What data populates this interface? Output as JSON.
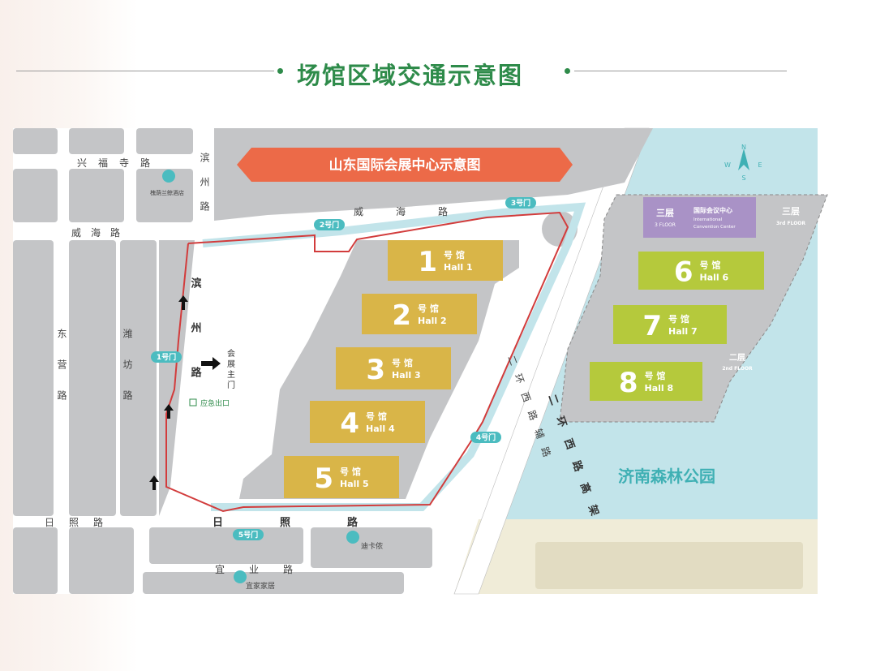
{
  "title": "场馆区域交通示意图",
  "banner": "山东国际会展中心示意图",
  "colors": {
    "title_green": "#2e8b4a",
    "banner": "#ec6a48",
    "hall_gold": "#d9b548",
    "hall_green": "#b5c93c",
    "convention_purple": "#a992c6",
    "gate_teal": "#4bbcc0",
    "water": "#c2e4ea",
    "route_red": "#d23c3c"
  },
  "compass": {
    "n": "N",
    "s": "S",
    "e": "E",
    "w": "W"
  },
  "roads": {
    "xingfusi": "兴福寺路",
    "weihai_left": "威海路",
    "weihai_top": "威海路",
    "binzhou_top": "滨州路",
    "binzhou_main": "滨州路",
    "dongying": "东营路",
    "weifang": "潍坊路",
    "rizhao_left": "日照路",
    "rizhao_main": "日照路",
    "yiye": "宜业路",
    "erhuan_xi_fu": "二环西路辅路",
    "erhuan_xi_gaojia": "二环西路高架"
  },
  "pois": {
    "hotel": "槐荫兰鲸酒店",
    "dikayi": "迪卡侬",
    "yijia": "宜家家居",
    "park": "济南森林公园",
    "main_gate": "会展主门",
    "emergency_exit": "应急出口"
  },
  "gates": [
    "1号门",
    "2号门",
    "3号门",
    "4号门",
    "5号门"
  ],
  "halls": [
    {
      "num": "1",
      "cn": "号 馆",
      "en": "Hall 1"
    },
    {
      "num": "2",
      "cn": "号 馆",
      "en": "Hall 2"
    },
    {
      "num": "3",
      "cn": "号 馆",
      "en": "Hall 3"
    },
    {
      "num": "4",
      "cn": "号 馆",
      "en": "Hall 4"
    },
    {
      "num": "5",
      "cn": "号 馆",
      "en": "Hall 5"
    },
    {
      "num": "6",
      "cn": "号 馆",
      "en": "Hall 6"
    },
    {
      "num": "7",
      "cn": "号 馆",
      "en": "Hall 7"
    },
    {
      "num": "8",
      "cn": "号 馆",
      "en": "Hall 8"
    }
  ],
  "convention": {
    "floor_cn": "三层",
    "floor_en": "3 FLOOR",
    "name_cn": "国际会议中心",
    "name_en1": "International",
    "name_en2": "Convention Center"
  },
  "floor_labels": {
    "third_cn": "三层",
    "third_en": "3rd FLOOR",
    "second_cn": "二层",
    "second_en": "2nd FLOOR"
  }
}
